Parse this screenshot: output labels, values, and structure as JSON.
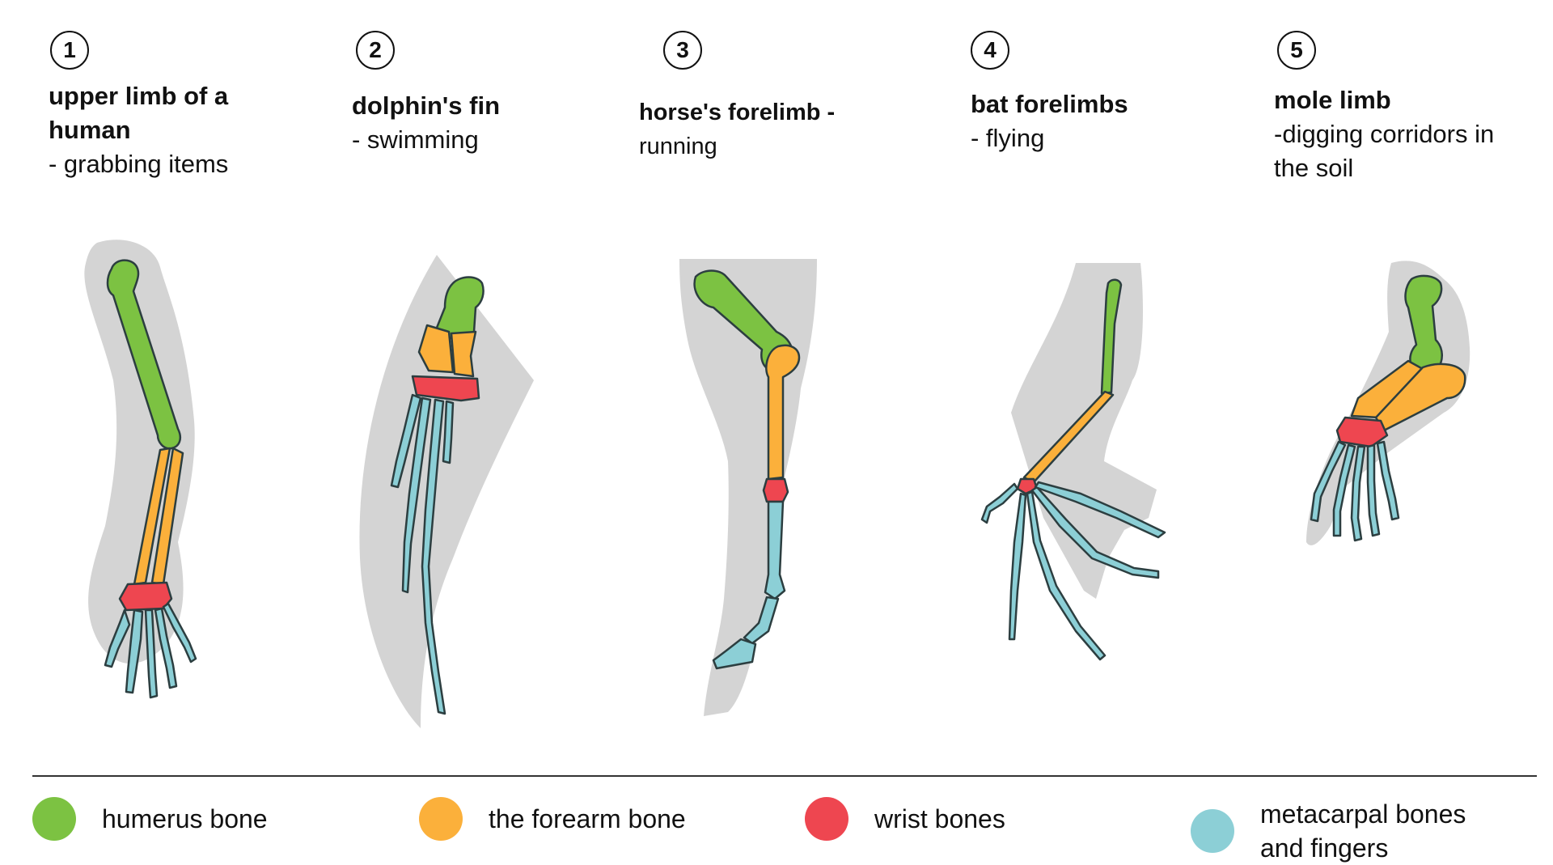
{
  "panels": [
    {
      "number": "1",
      "title": "upper limb   of a human",
      "subtitle": "- grabbing items"
    },
    {
      "number": "2",
      "title": "dolphin's fin",
      "subtitle": "- swimming"
    },
    {
      "number": "3",
      "title": "horse's forelimb -",
      "subtitle": "running"
    },
    {
      "number": "4",
      "title": "bat forelimbs",
      "subtitle": "- flying"
    },
    {
      "number": "5",
      "title": "mole limb",
      "subtitle": "-digging corridors in the soil"
    }
  ],
  "legend": [
    {
      "label": "humerus bone",
      "color": "#7cc242"
    },
    {
      "label": "the forearm bone",
      "color": "#fbb03b"
    },
    {
      "label": "wrist bones",
      "color": "#ee4650"
    },
    {
      "label": "metacarpal bones and fingers",
      "color": "#8ccfd6"
    }
  ],
  "colors": {
    "shadow": "#d4d4d4",
    "outline": "#2c3e40"
  }
}
